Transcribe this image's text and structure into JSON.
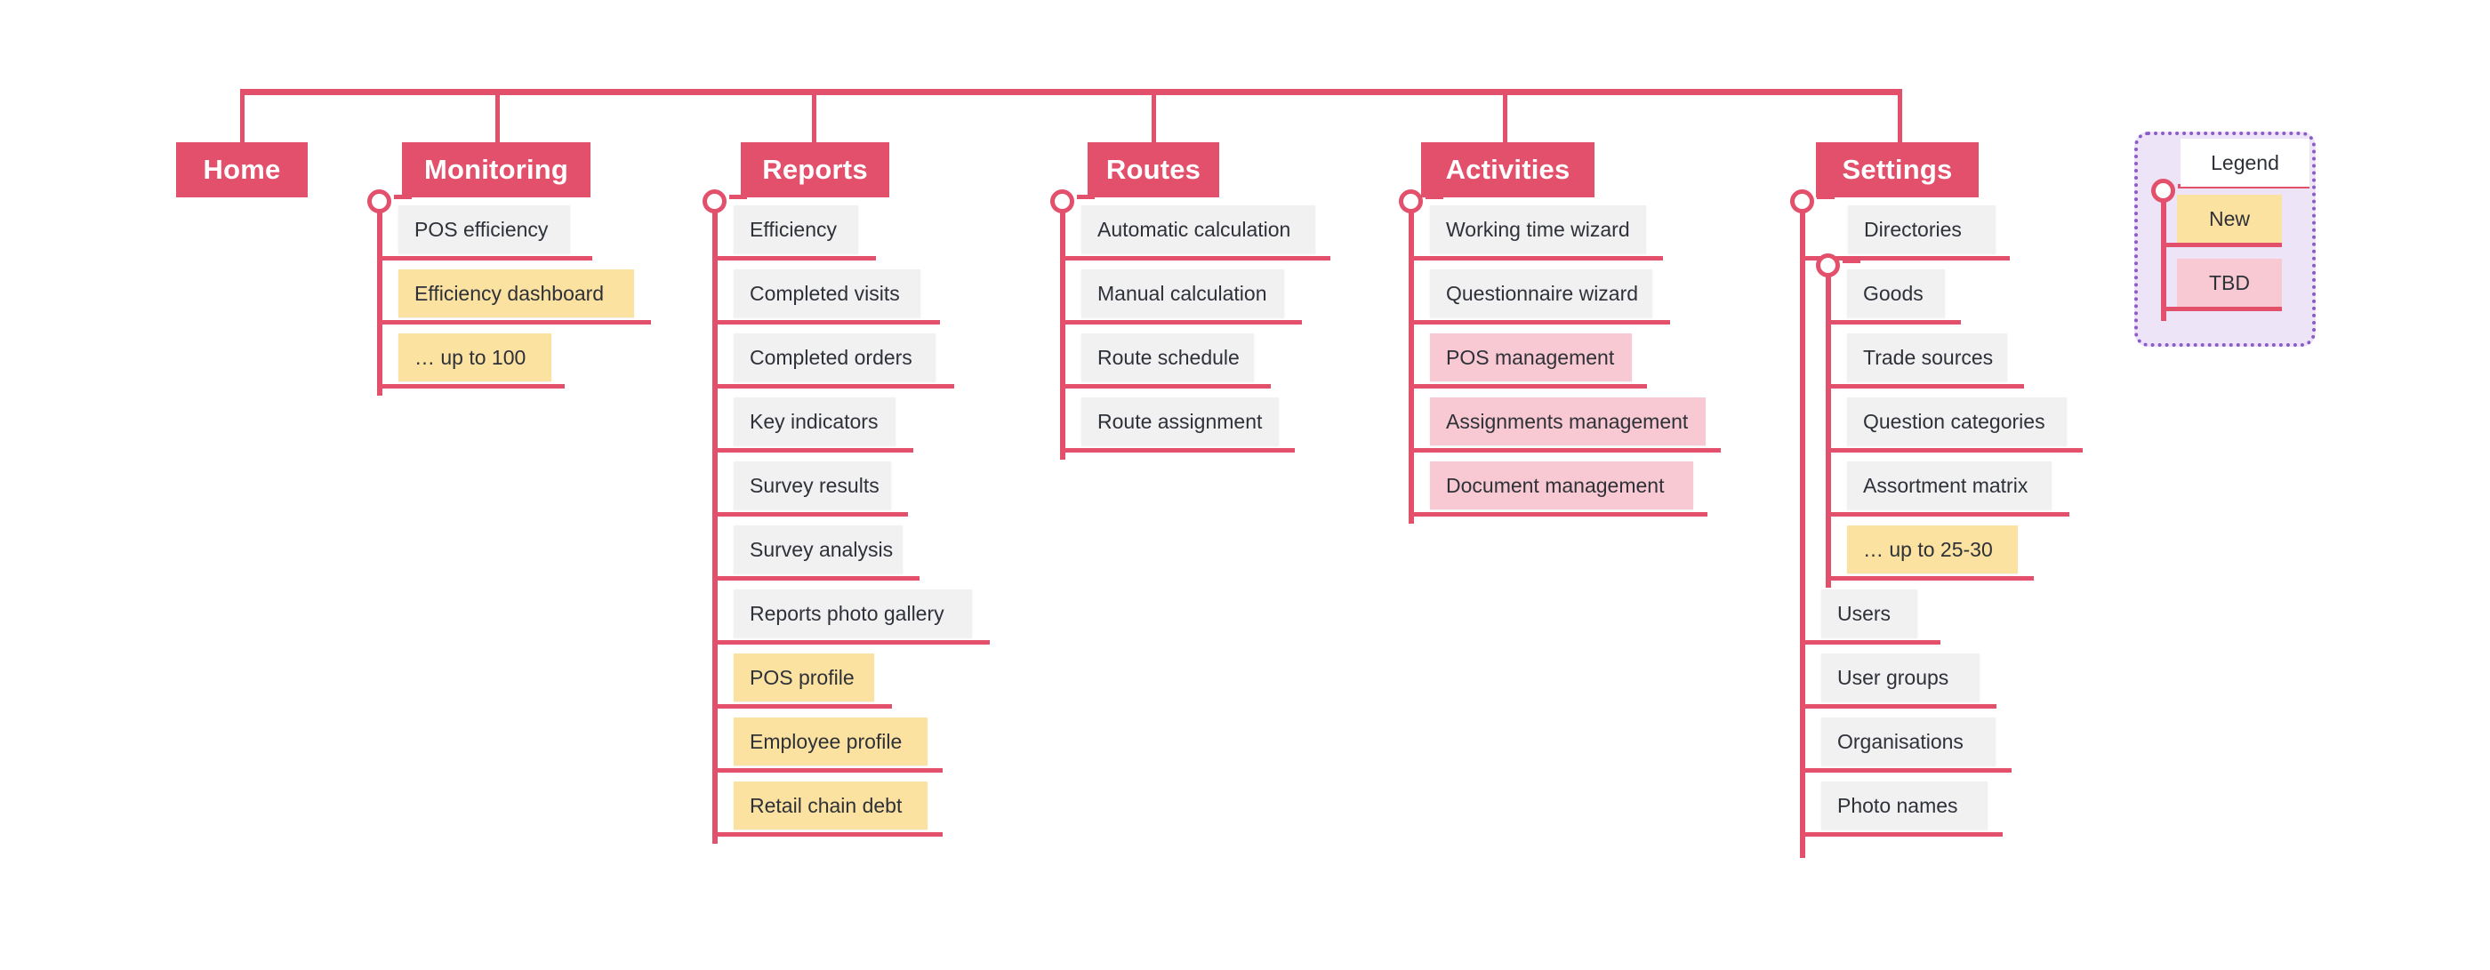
{
  "diagram": {
    "type": "sitemap",
    "title": "",
    "colors": {
      "accent": "#E2506B",
      "leaf_default": "#F1F1F2",
      "leaf_new": "#FBE2A0",
      "leaf_tbd": "#F8C9D2",
      "section_text": "#FFFFFF",
      "leaf_text": "#2E3138",
      "legend_border": "#8B5CC7",
      "legend_fill": "#EDE4F8"
    },
    "sections": [
      {
        "id": "home",
        "label": "Home",
        "items": []
      },
      {
        "id": "monitoring",
        "label": "Monitoring",
        "items": [
          {
            "label": "POS efficiency",
            "status": "default"
          },
          {
            "label": "Efficiency dashboard",
            "status": "new"
          },
          {
            "label": "… up to 100",
            "status": "new"
          }
        ]
      },
      {
        "id": "reports",
        "label": "Reports",
        "items": [
          {
            "label": "Efficiency",
            "status": "default"
          },
          {
            "label": "Completed visits",
            "status": "default"
          },
          {
            "label": "Completed orders",
            "status": "default"
          },
          {
            "label": "Key indicators",
            "status": "default"
          },
          {
            "label": "Survey results",
            "status": "default"
          },
          {
            "label": "Survey analysis",
            "status": "default"
          },
          {
            "label": "Reports photo gallery",
            "status": "default"
          },
          {
            "label": "POS profile",
            "status": "new"
          },
          {
            "label": "Employee profile",
            "status": "new"
          },
          {
            "label": "Retail chain debt",
            "status": "new"
          }
        ]
      },
      {
        "id": "routes",
        "label": "Routes",
        "items": [
          {
            "label": "Automatic calculation",
            "status": "default"
          },
          {
            "label": "Manual calculation",
            "status": "default"
          },
          {
            "label": "Route schedule",
            "status": "default"
          },
          {
            "label": "Route assignment",
            "status": "default"
          }
        ]
      },
      {
        "id": "activities",
        "label": "Activities",
        "items": [
          {
            "label": "Working time wizard",
            "status": "default"
          },
          {
            "label": "Questionnaire wizard",
            "status": "default"
          },
          {
            "label": "POS management",
            "status": "tbd"
          },
          {
            "label": "Assignments management",
            "status": "tbd"
          },
          {
            "label": "Document management",
            "status": "tbd"
          }
        ]
      },
      {
        "id": "settings",
        "label": "Settings",
        "items": [
          {
            "label": "Directories",
            "status": "default",
            "level": 1,
            "parent": true
          },
          {
            "label": "Goods",
            "status": "default",
            "level": 2
          },
          {
            "label": "Trade sources",
            "status": "default",
            "level": 2
          },
          {
            "label": "Question categories",
            "status": "default",
            "level": 2
          },
          {
            "label": "Assortment matrix",
            "status": "default",
            "level": 2
          },
          {
            "label": "… up to 25-30",
            "status": "new",
            "level": 2
          },
          {
            "label": "Users",
            "status": "default",
            "level": 1
          },
          {
            "label": "User groups",
            "status": "default",
            "level": 1
          },
          {
            "label": "Organisations",
            "status": "default",
            "level": 1
          },
          {
            "label": "Photo names",
            "status": "default",
            "level": 1
          }
        ]
      }
    ],
    "legend": {
      "title": "Legend",
      "entries": [
        {
          "label": "New",
          "status": "new"
        },
        {
          "label": "TBD",
          "status": "tbd"
        }
      ]
    }
  }
}
